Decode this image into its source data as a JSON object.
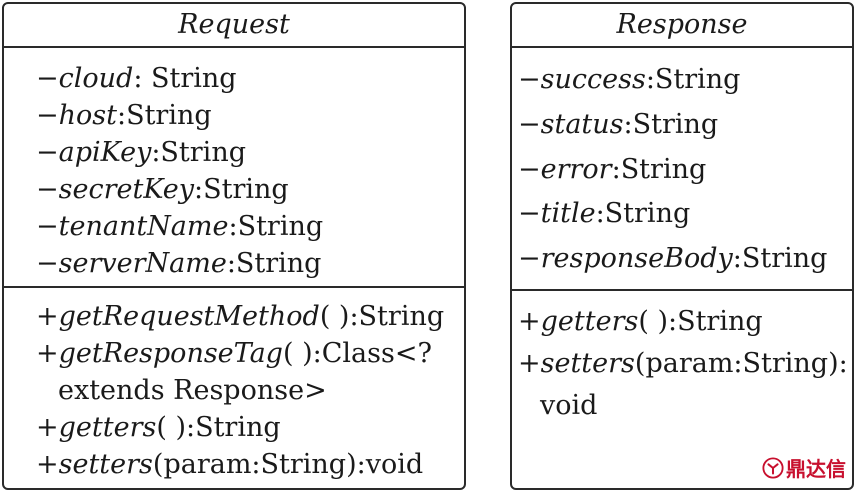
{
  "request": {
    "title": "Request",
    "attributes": [
      {
        "prefix": "−",
        "name": "cloud",
        "type": ": String"
      },
      {
        "prefix": "−",
        "name": "host",
        "type": ":String"
      },
      {
        "prefix": "−",
        "name": "apiKey",
        "type": ":String"
      },
      {
        "prefix": "−",
        "name": "secretKey",
        "type": ":String"
      },
      {
        "prefix": "−",
        "name": "tenantName",
        "type": ":String"
      },
      {
        "prefix": "−",
        "name": "serverName",
        "type": ":String"
      }
    ],
    "operations": [
      {
        "prefix": "+",
        "name": "getRequestMethod",
        "sig": "( ):String"
      },
      {
        "prefix": "+",
        "name": "getResponseTag",
        "sig": "( ):Class<?",
        "cont": "extends Response>"
      },
      {
        "prefix": "+",
        "name": "getters",
        "sig": "( ):String"
      },
      {
        "prefix": "+",
        "name": "setters",
        "sig": "(param:String):void"
      }
    ]
  },
  "response": {
    "title": "Response",
    "attributes": [
      {
        "prefix": "−",
        "name": "success",
        "type": ":String"
      },
      {
        "prefix": "−",
        "name": "status",
        "type": ":String"
      },
      {
        "prefix": "−",
        "name": "error",
        "type": ":String"
      },
      {
        "prefix": "−",
        "name": "title",
        "type": ":String"
      },
      {
        "prefix": "−",
        "name": "responseBody",
        "type": ":String"
      }
    ],
    "operations": [
      {
        "prefix": "+",
        "name": "getters",
        "sig": "( ):String"
      },
      {
        "prefix": "+",
        "name": "setters",
        "sig": "(param:String):",
        "cont": "void"
      }
    ]
  },
  "watermark": {
    "text": "鼎达信",
    "color": "#c8102e"
  }
}
